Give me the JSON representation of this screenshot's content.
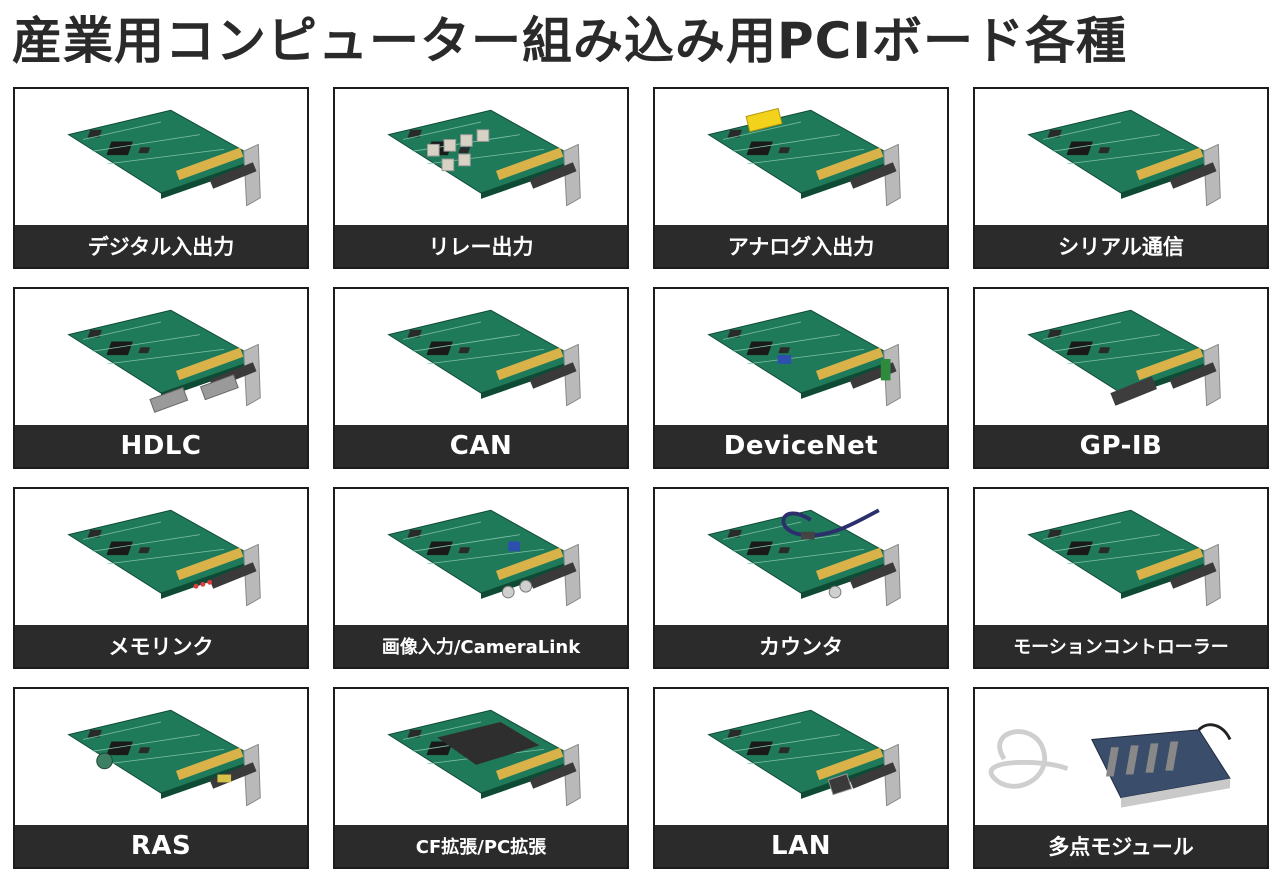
{
  "page": {
    "title": "産業用コンピューター組み込み用PCIボード各種"
  },
  "colors": {
    "board_green": "#1f7a5a",
    "bracket_silver": "#b9b9b9",
    "caption_bg": "#2b2b2b",
    "caption_text": "#ffffff",
    "border": "#1c1c1c"
  },
  "products": [
    {
      "label": "デジタル入出力",
      "icon": "pci-board-icon",
      "size": "md"
    },
    {
      "label": "リレー出力",
      "icon": "relay-board-icon",
      "size": "md"
    },
    {
      "label": "アナログ入出力",
      "icon": "analog-board-icon",
      "size": "md"
    },
    {
      "label": "シリアル通信",
      "icon": "pci-board-icon",
      "size": "md"
    },
    {
      "label": "HDLC",
      "icon": "hdlc-board-icon",
      "size": "lg"
    },
    {
      "label": "CAN",
      "icon": "pci-board-icon",
      "size": "lg"
    },
    {
      "label": "DeviceNet",
      "icon": "devicenet-board-icon",
      "size": "lg"
    },
    {
      "label": "GP-IB",
      "icon": "gpib-board-icon",
      "size": "lg"
    },
    {
      "label": "メモリンク",
      "icon": "memolink-board-icon",
      "size": "md"
    },
    {
      "label": "画像入力/CameraLink",
      "icon": "camera-board-icon",
      "size": "sm"
    },
    {
      "label": "カウンタ",
      "icon": "counter-board-cable-icon",
      "size": "md"
    },
    {
      "label": "モーションコントローラー",
      "icon": "pci-board-icon",
      "size": "sm"
    },
    {
      "label": "RAS",
      "icon": "ras-board-icon",
      "size": "lg"
    },
    {
      "label": "CF拡張/PC拡張",
      "icon": "cf-board-icon",
      "size": "sm"
    },
    {
      "label": "LAN",
      "icon": "lan-board-icon",
      "size": "lg"
    },
    {
      "label": "多点モジュール",
      "icon": "module-unit-cable-icon",
      "size": "md"
    }
  ]
}
